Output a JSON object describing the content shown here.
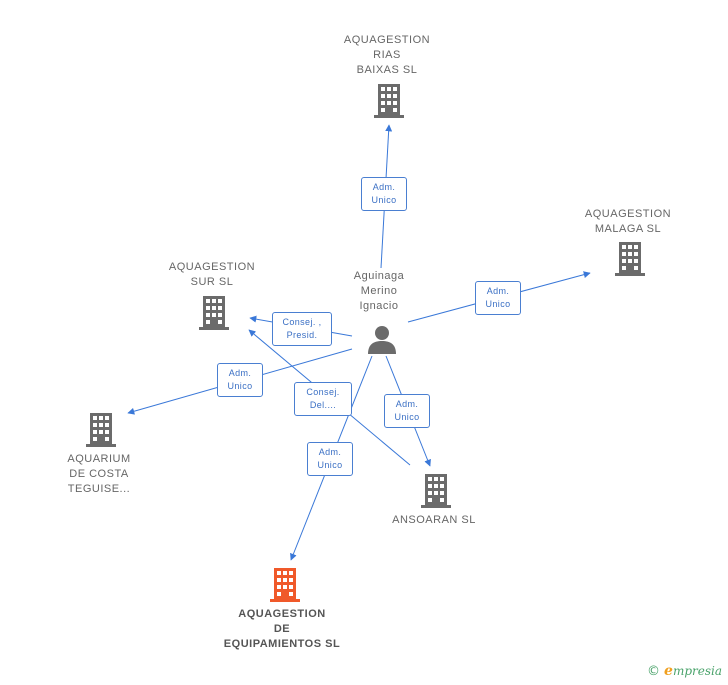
{
  "nodes": {
    "rias_baixas": {
      "lines": [
        "AQUAGESTION",
        "RIAS",
        "BAIXAS SL"
      ]
    },
    "malaga": {
      "lines": [
        "AQUAGESTION",
        "MALAGA  SL"
      ]
    },
    "sur": {
      "lines": [
        "AQUAGESTION",
        "SUR SL"
      ]
    },
    "person": {
      "lines": [
        "Aguinaga",
        "Merino",
        "Ignacio"
      ]
    },
    "aquarium": {
      "lines": [
        "AQUARIUM",
        "DE COSTA",
        "TEGUISE..."
      ]
    },
    "ansoaran": {
      "lines": [
        "ANSOARAN SL"
      ]
    },
    "equipamientos": {
      "lines": [
        "AQUAGESTION",
        "DE",
        "EQUIPAMIENTOS SL"
      ]
    }
  },
  "relations": {
    "to_rias": [
      "Adm.",
      "Unico"
    ],
    "to_malaga": [
      "Adm.",
      "Unico"
    ],
    "to_sur": [
      "Consej. ,",
      "Presid."
    ],
    "to_aquarium": [
      "Adm.",
      "Unico"
    ],
    "ansoaran_sur": [
      "Consej.",
      "Del...."
    ],
    "to_ansoaran": [
      "Adm.",
      "Unico"
    ],
    "to_equipamientos": [
      "Adm.",
      "Unico"
    ]
  },
  "colors": {
    "edge": "#3a78d8",
    "building": "#6b6b6b",
    "building_highlight": "#f0592a",
    "person": "#6b6b6b"
  },
  "footer": {
    "copyright": "©",
    "brand_first": "e",
    "brand_rest": "mpresia"
  }
}
